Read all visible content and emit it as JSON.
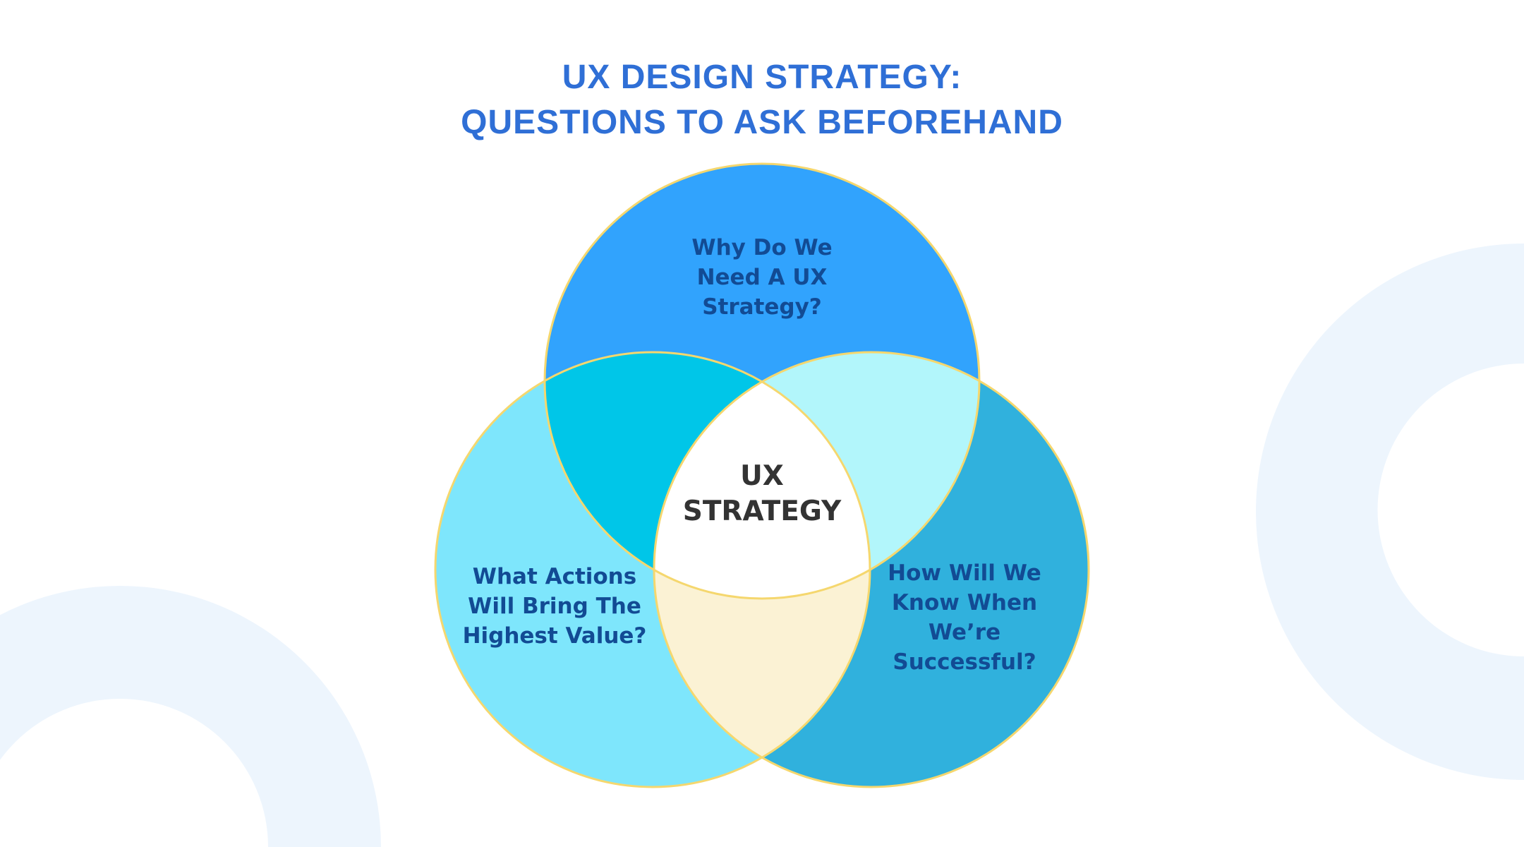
{
  "title": {
    "line1": "UX DESIGN STRATEGY:",
    "line2": "QUESTIONS TO ASK BEFOREHAND"
  },
  "diagram": {
    "center": {
      "line1": "UX",
      "line2": "STRATEGY"
    },
    "top_circle": {
      "line1": "Why Do We",
      "line2": "Need A UX",
      "line3": "Strategy?",
      "color": "#31a3fd"
    },
    "left_circle": {
      "line1": "What Actions",
      "line2": "Will Bring The",
      "line3": "Highest Value?",
      "color": "#7ee6fc"
    },
    "right_circle": {
      "line1": "How Will We",
      "line2": "Know When",
      "line3": "We’re",
      "line4": "Successful?",
      "color": "#30b1dd"
    }
  },
  "colors": {
    "title": "#2f6fd6",
    "label": "#124b94",
    "center_text": "#333333",
    "outline": "#f5d76e",
    "overlap_top_left": "#00c6e8",
    "overlap_top_right": "#b2f6fb",
    "overlap_bottom": "#fbf2d4",
    "center_fill": "#ffffff",
    "decor": "#edf5fd"
  }
}
